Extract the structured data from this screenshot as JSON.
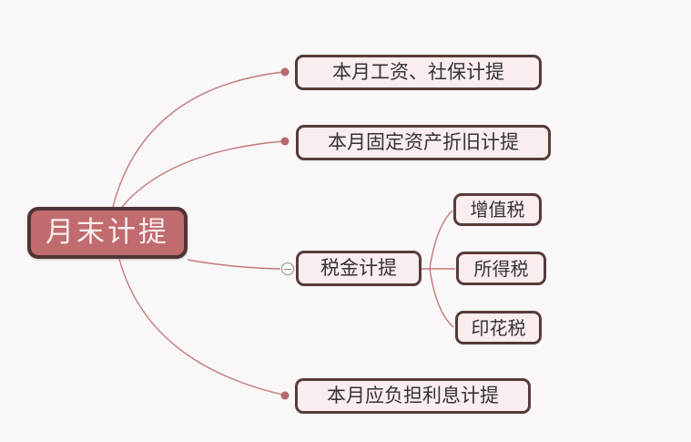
{
  "diagram": {
    "type": "mindmap",
    "colors": {
      "background": "#f9f7f7",
      "root_fill": "#c06b6e",
      "root_border": "#4f3435",
      "root_text": "#f7efee",
      "node_fill": "#f9eded",
      "node_border": "#573b3b",
      "node_text": "#333333",
      "connector_line": "#c4797b",
      "connector_dot": "#b66a6e",
      "toggle_stroke": "#8a8a8a"
    },
    "root": {
      "label": "月末计提"
    },
    "branches": [
      {
        "label": "本月工资、社保计提",
        "children": []
      },
      {
        "label": "本月固定资产折旧计提",
        "children": []
      },
      {
        "label": "税金计提",
        "collapsed": false,
        "children": [
          {
            "label": "增值税"
          },
          {
            "label": "所得税"
          },
          {
            "label": "印花税"
          }
        ]
      },
      {
        "label": "本月应负担利息计提",
        "children": []
      }
    ]
  }
}
